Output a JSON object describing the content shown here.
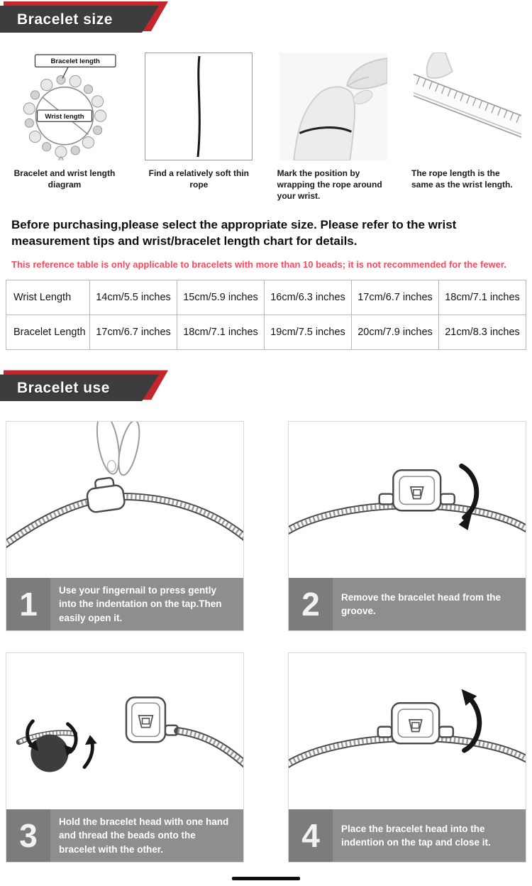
{
  "banners": {
    "size": "Bracelet size",
    "use": "Bracelet use"
  },
  "diagram_labels": {
    "bracelet_length": "Bracelet length",
    "wrist_length": "Wrist length"
  },
  "measure_steps": [
    {
      "caption": "Bracelet and wrist length diagram"
    },
    {
      "caption": "Find a relatively soft thin rope"
    },
    {
      "caption": "Mark the position by wrapping the rope around your wrist."
    },
    {
      "caption": "The rope length is the same as the wrist length."
    }
  ],
  "intro": "Before purchasing,please select the appropriate size. Please refer to the wrist measurement tips and wrist/bracelet length chart for details.",
  "note": "This reference table is only applicable to bracelets with more than 10 beads; it is not recommended for the fewer.",
  "size_table": {
    "rows": [
      {
        "header": "Wrist Length",
        "values": [
          "14cm/5.5 inches",
          "15cm/5.9 inches",
          "16cm/6.3 inches",
          "17cm/6.7 inches",
          "18cm/7.1 inches"
        ]
      },
      {
        "header": "Bracelet Length",
        "values": [
          "17cm/6.7 inches",
          "18cm/7.1 inches",
          "19cm/7.5 inches",
          "20cm/7.9 inches",
          "21cm/8.3 inches"
        ]
      }
    ]
  },
  "use_steps": [
    {
      "number": "1",
      "caption": "Use your fingernail to press gently into the indentation on the tap.Then easily open it."
    },
    {
      "number": "2",
      "caption": "Remove the bracelet head from the groove."
    },
    {
      "number": "3",
      "caption": "Hold the bracelet head with one hand and thread the beads onto the bracelet with the other."
    },
    {
      "number": "4",
      "caption": "Place the bracelet head into the indention on the tap and close it."
    }
  ],
  "colors": {
    "banner_bg": "#3d3d3d",
    "banner_accent": "#c3272b",
    "note_red": "#fb4a5e",
    "caption_bar": "#8e8e8e"
  }
}
